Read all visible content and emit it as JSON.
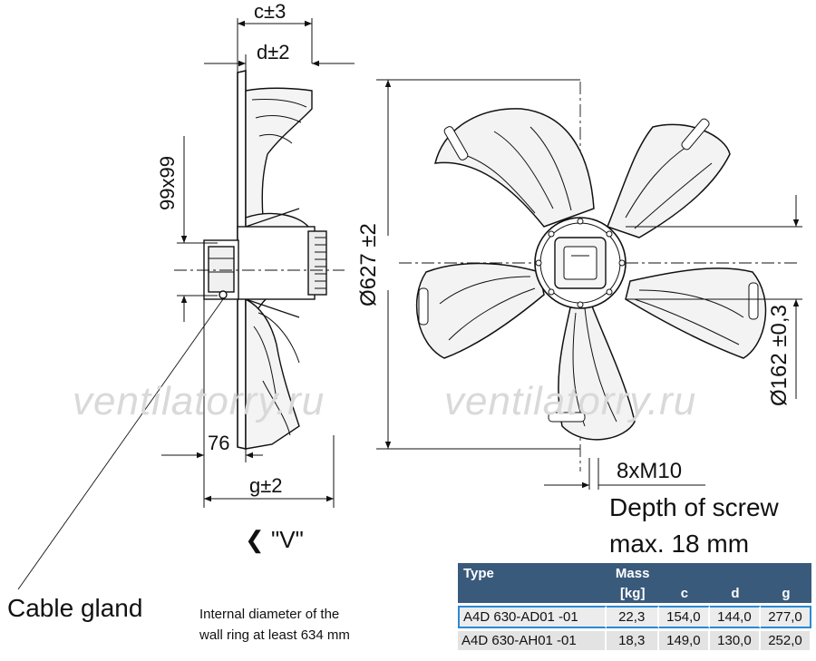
{
  "dimensions": {
    "c": "c±3",
    "d": "d±2",
    "square": "99x99",
    "offset": "76",
    "g": "g±2",
    "view": "❮ \"V\"",
    "diameter": "Ø627 ±2",
    "hub_diameter": "Ø162 ±0,3",
    "screws": "8xM10"
  },
  "screw_note": [
    "Depth of screw",
    "max. 18 mm"
  ],
  "labels": {
    "cable_gland": "Cable gland",
    "ring_note": [
      "Internal diameter of the",
      "wall ring at least 634 mm"
    ]
  },
  "watermark": "ventilatorry.ru",
  "table": {
    "headers": {
      "type": "Type",
      "mass": "Mass",
      "unit": "[kg]",
      "c": "c",
      "d": "d",
      "g": "g"
    },
    "rows": [
      {
        "type": "A4D 630-AD01 -01",
        "mass": "22,3",
        "c": "154,0",
        "d": "144,0",
        "g": "277,0"
      },
      {
        "type": "A4D 630-AH01 -01",
        "mass": "18,3",
        "c": "149,0",
        "d": "130,0",
        "g": "252,0"
      }
    ]
  },
  "colors": {
    "header_bg": "#3a5a7c",
    "row_bg": "#e3e3e3",
    "highlight": "#2a8ad4",
    "watermark": "#d9d9d9"
  }
}
